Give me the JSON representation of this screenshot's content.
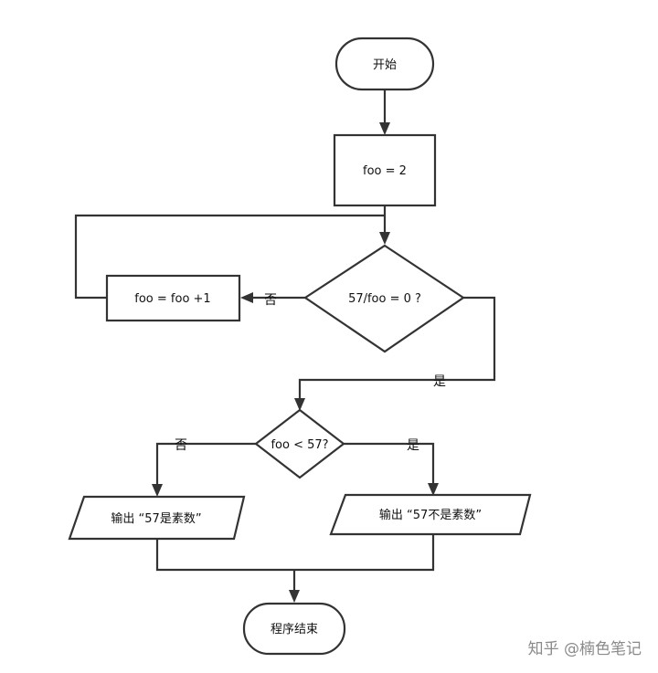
{
  "nodes": {
    "start": "开始",
    "init": "foo = 2",
    "check_divisible": "57/foo = 0 ?",
    "increment": "foo = foo +1",
    "check_less": "foo < 57?",
    "output_prime": "输出 “57是素数”",
    "output_not_prime": "输出 “57不是素数”",
    "end": "程序结束"
  },
  "edge_labels": {
    "divisible_no": "否",
    "divisible_yes": "是",
    "less_no": "否",
    "less_yes": "是"
  },
  "watermark": "知乎 @楠色笔记"
}
